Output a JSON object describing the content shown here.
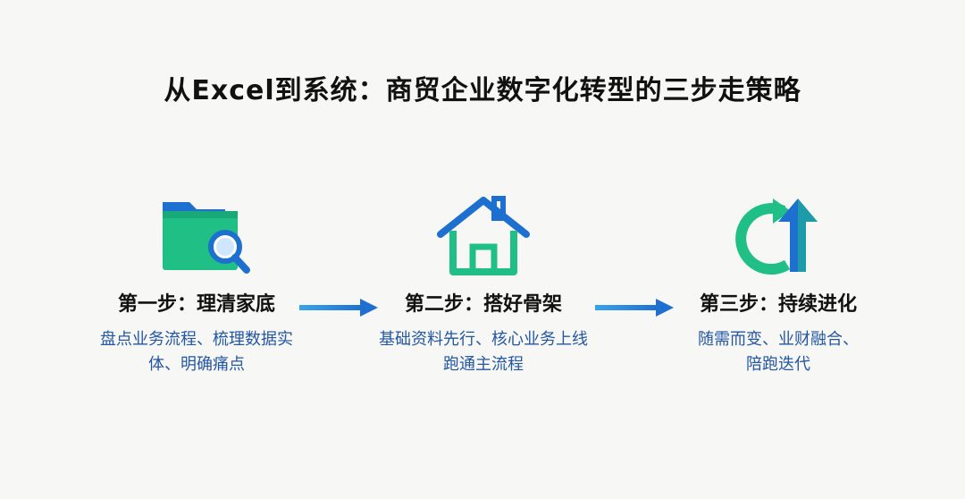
{
  "title": "从Excel到系统：商贸企业数字化转型的三步走策略",
  "steps": [
    {
      "icon": "folder-search-icon",
      "heading": "第一步：理清家底",
      "desc_line1": "盘点业务流程、梳理数据实",
      "desc_line2": "体、明确痛点"
    },
    {
      "icon": "house-icon",
      "heading": "第二步：搭好骨架",
      "desc_line1": "基础资料先行、核心业务上线",
      "desc_line2": "跑通主流程"
    },
    {
      "icon": "cycle-up-arrow-icon",
      "heading": "第三步：持续进化",
      "desc_line1": "随需而变、业财融合、",
      "desc_line2": "陪跑迭代"
    }
  ],
  "colors": {
    "green": "#1fbf86",
    "blue": "#1d6fd0",
    "desc_text": "#2456a6",
    "arrow": "#2a8bdc"
  }
}
